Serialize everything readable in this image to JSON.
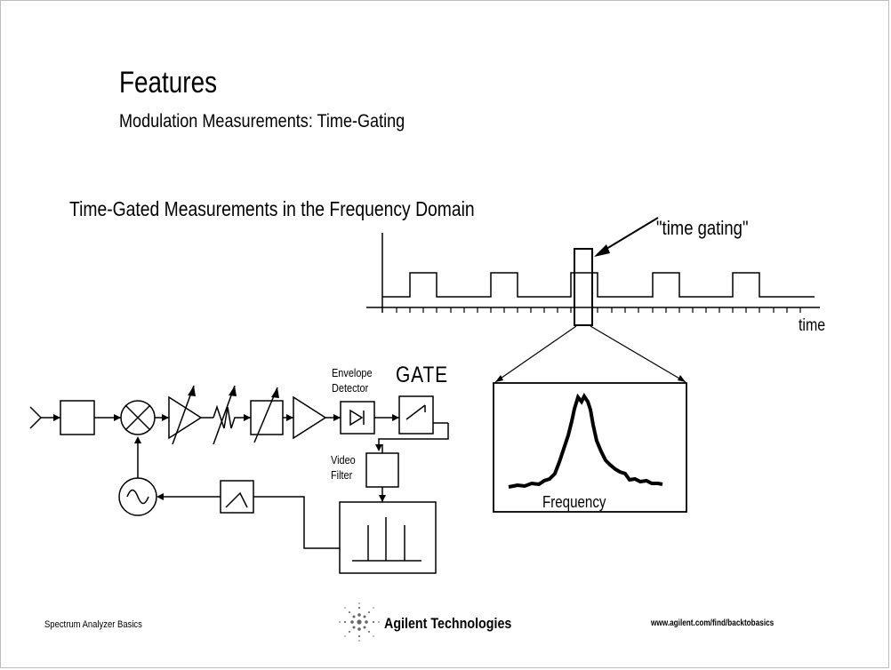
{
  "slide": {
    "title": "Features",
    "subtitle": "Modulation Measurements: Time-Gating",
    "heading": "Time-Gated Measurements in the Frequency Domain"
  },
  "timing": {
    "gating_label": "\"time gating\"",
    "axis_label": "time"
  },
  "block_diagram": {
    "envelope_line1": "Envelope",
    "envelope_line2": "Detector",
    "gate_label": "GATE",
    "video_line1": "Video",
    "video_line2": "Filter"
  },
  "spectrum": {
    "axis_label": "Frequency"
  },
  "footer": {
    "left": "Spectrum Analyzer Basics",
    "brand": "Agilent Technologies",
    "url": "www.agilent.com/find/backtobasics"
  },
  "colors": {
    "line": "#000000",
    "frame": "#bdbdbd",
    "logo": "#666666"
  }
}
